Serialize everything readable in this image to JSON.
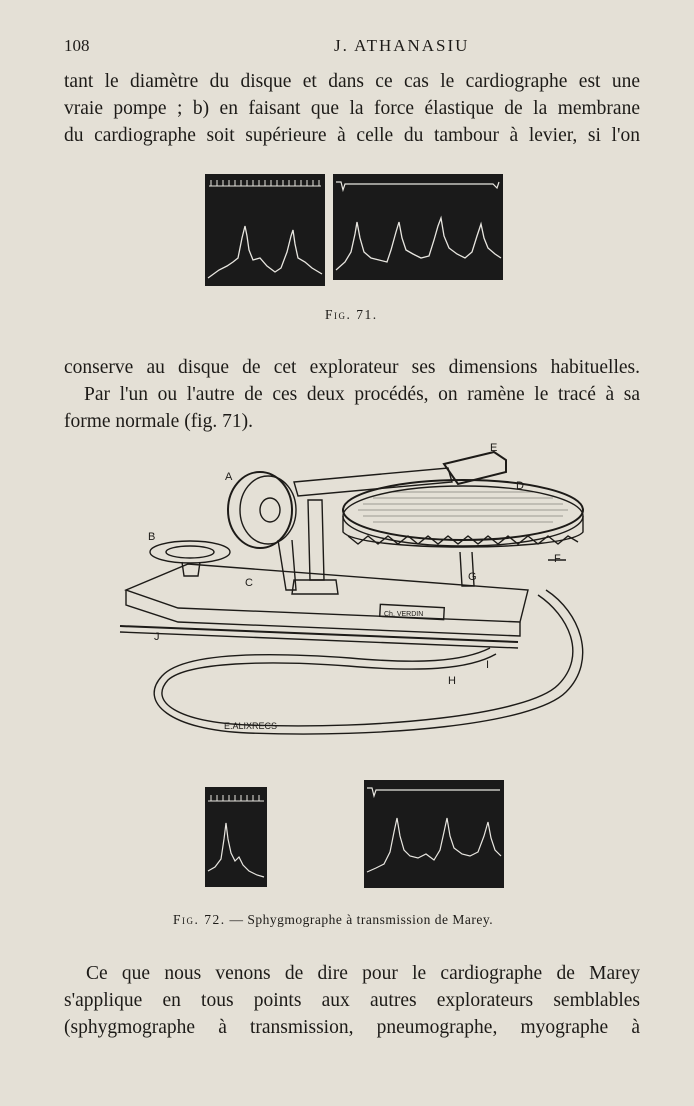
{
  "header": {
    "page_number": "108",
    "running_head": "J. ATHANASIU"
  },
  "paragraph_top": [
    "tant le diamètre du disque et dans ce cas le cardiographe est une",
    "vraie pompe ; b) en faisant que la force élastique de la membrane",
    "du cardiographe soit supérieure à celle du tambour à levier, si l'on"
  ],
  "figure_71": {
    "caption_label": "Fig. 71."
  },
  "paragraph_middle": [
    "conserve au disque de cet explorateur ses dimensions habituelles.",
    "Par l'un ou l'autre de ces deux procédés, on ramène le tracé à sa",
    "forme normale (fig. 71)."
  ],
  "figure_72": {
    "part_labels": [
      "A",
      "B",
      "C",
      "D",
      "E",
      "F",
      "G",
      "H",
      "I",
      "J"
    ],
    "plate_text": "Ch. VERDIN",
    "engraver_signature": "E.ALIXRECS",
    "caption_label": "Fig. 72.",
    "caption_text": "— Sphygmographe à transmission de Marey."
  },
  "paragraph_bottom": [
    "Ce que nous venons de dire pour le cardiographe de Marey",
    "s'applique en tous points aux autres explorateurs semblables",
    "(sphygmographe à transmission, pneumographe, myographe à"
  ],
  "colors": {
    "paper": "#e4e0d6",
    "ink": "#1d1b18",
    "trace_panel": "#1a1a1a",
    "trace_line": "#e8e6e0"
  }
}
